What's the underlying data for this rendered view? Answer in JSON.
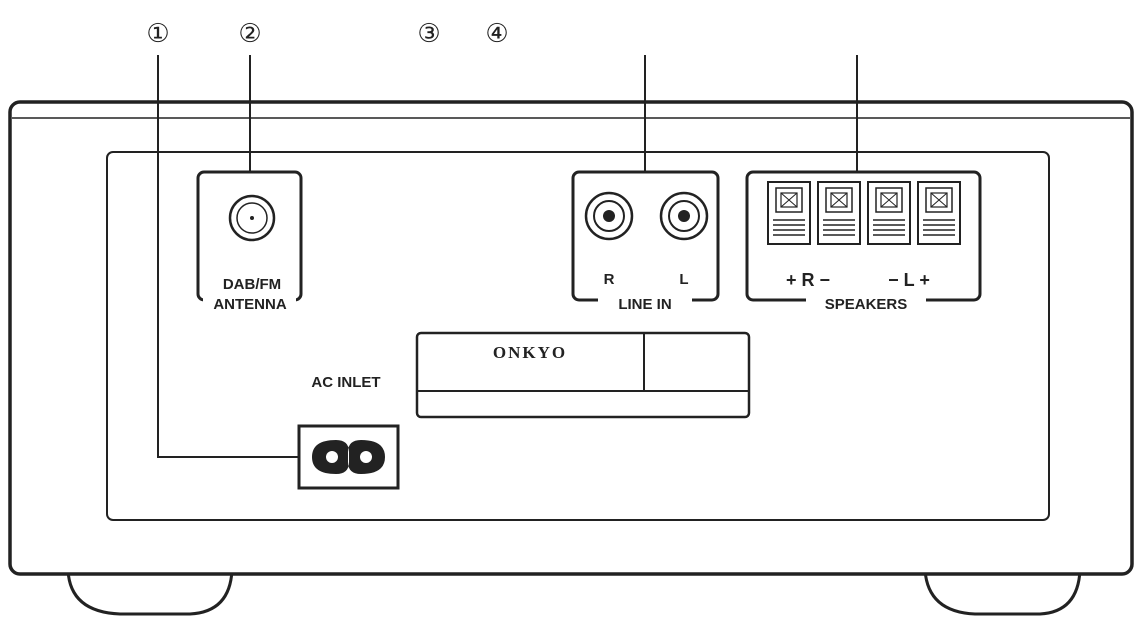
{
  "callouts": {
    "c1": "①",
    "c2": "②",
    "c3": "③",
    "c4": "④"
  },
  "panel": {
    "antenna_label_1": "DAB/FM",
    "antenna_label_2": "ANTENNA",
    "line_in_r": "R",
    "line_in_l": "L",
    "line_in_label": "LINE IN",
    "speaker_r_label": "+ R −",
    "speaker_l_label": "− L +",
    "speakers_label": "SPEAKERS",
    "ac_inlet_label": "AC INLET",
    "brand": "ONKYO"
  }
}
